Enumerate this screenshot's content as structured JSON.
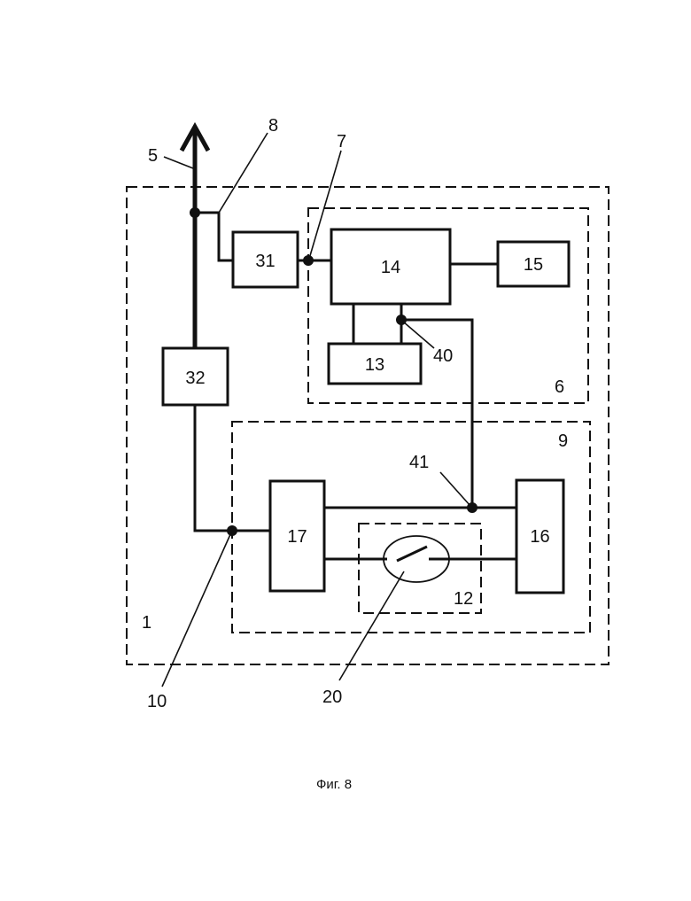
{
  "labels": {
    "bus_5": "5",
    "line_8": "8",
    "node_7": "7",
    "node_40": "40",
    "node_41": "41",
    "node_10": "10",
    "switch_20": "20",
    "region_1": "1",
    "region_6": "6",
    "region_9": "9",
    "region_12": "12"
  },
  "blocks": {
    "b31": "31",
    "b32": "32",
    "b14": "14",
    "b15": "15",
    "b13": "13",
    "b17": "17",
    "b16": "16"
  },
  "caption": "Фиг. 8"
}
